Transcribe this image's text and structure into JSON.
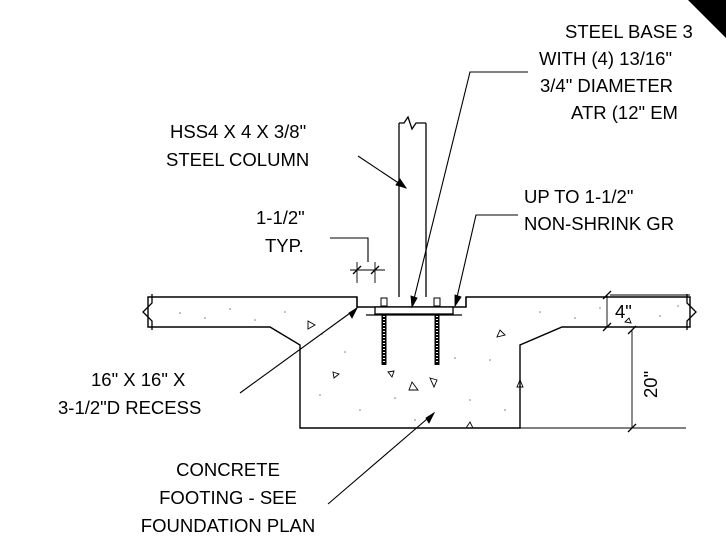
{
  "callouts": {
    "base_plate": [
      "STEEL BASE 3",
      "WITH (4) 13/16\"",
      "3/4\" DIAMETER",
      "ATR (12\" EM"
    ],
    "column": [
      "HSS4 X 4 X 3/8\"",
      "STEEL COLUMN"
    ],
    "clearance": [
      "1-1/2\"",
      "TYP."
    ],
    "grout": [
      "UP TO 1-1/2\"",
      "NON-SHRINK GR"
    ],
    "recess": [
      "16\" X 16\" X",
      "3-1/2\"D RECESS"
    ],
    "footing": [
      "CONCRETE",
      "FOOTING - SEE",
      "FOUNDATION PLAN"
    ]
  },
  "dimensions": {
    "slab_thickness": "4\"",
    "footing_depth": "20\""
  }
}
